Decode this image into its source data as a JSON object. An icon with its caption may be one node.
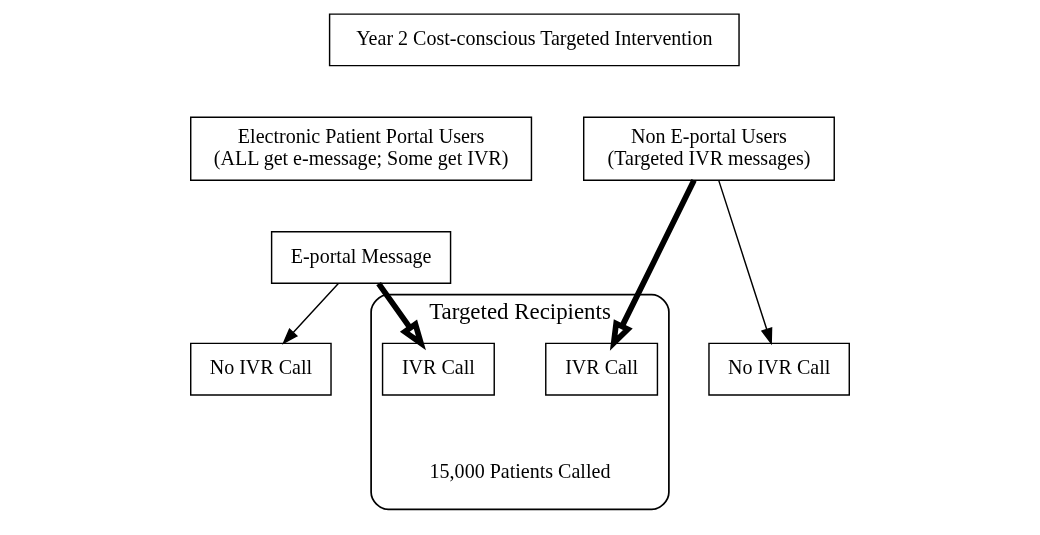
{
  "diagram": {
    "nodes": [
      {
        "text": [
          "Year 2 Cost-conscious Targeted Intervention"
        ]
      },
      {
        "text": [
          "Electronic Patient Portal Users",
          "(ALL get e-message; Some get IVR)"
        ]
      },
      {
        "text": [
          "Non E-portal Users",
          "(Targeted IVR messages)"
        ]
      },
      {
        "text": [
          "E-portal Message"
        ]
      },
      {
        "text": [
          "No IVR Call"
        ]
      },
      {
        "text": [
          "Targeted Recipients",
          "15,000 Patients Called"
        ]
      },
      {
        "text": [
          "IVR Call"
        ],
        "in": 5
      },
      {
        "text": [
          "IVR Call"
        ],
        "in": 5
      },
      {
        "text": [
          "No IVR Call"
        ]
      }
    ],
    "edges": [
      {
        "from": 3,
        "to": 4,
        "arrow": "to"
      },
      {
        "from": 3,
        "to": 6,
        "arrow": "to",
        "style": "thick"
      },
      {
        "from": 2,
        "to": 7,
        "arrow": "to",
        "style": "thick"
      },
      {
        "from": 2,
        "to": 8,
        "arrow": "to"
      }
    ]
  }
}
